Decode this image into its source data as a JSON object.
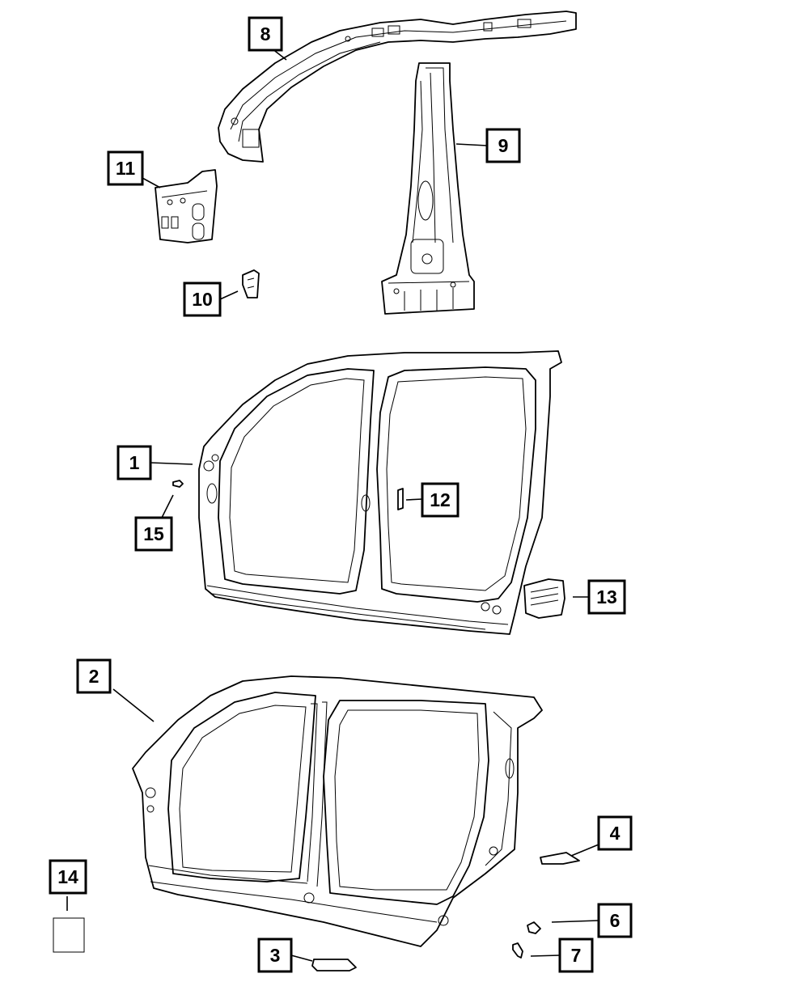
{
  "callouts": [
    {
      "id": "1",
      "label": "1"
    },
    {
      "id": "2",
      "label": "2"
    },
    {
      "id": "3",
      "label": "3"
    },
    {
      "id": "4",
      "label": "4"
    },
    {
      "id": "6",
      "label": "6"
    },
    {
      "id": "7",
      "label": "7"
    },
    {
      "id": "8",
      "label": "8"
    },
    {
      "id": "9",
      "label": "9"
    },
    {
      "id": "10",
      "label": "10"
    },
    {
      "id": "11",
      "label": "11"
    },
    {
      "id": "12",
      "label": "12"
    },
    {
      "id": "13",
      "label": "13"
    },
    {
      "id": "14",
      "label": "14"
    },
    {
      "id": "15",
      "label": "15"
    }
  ]
}
